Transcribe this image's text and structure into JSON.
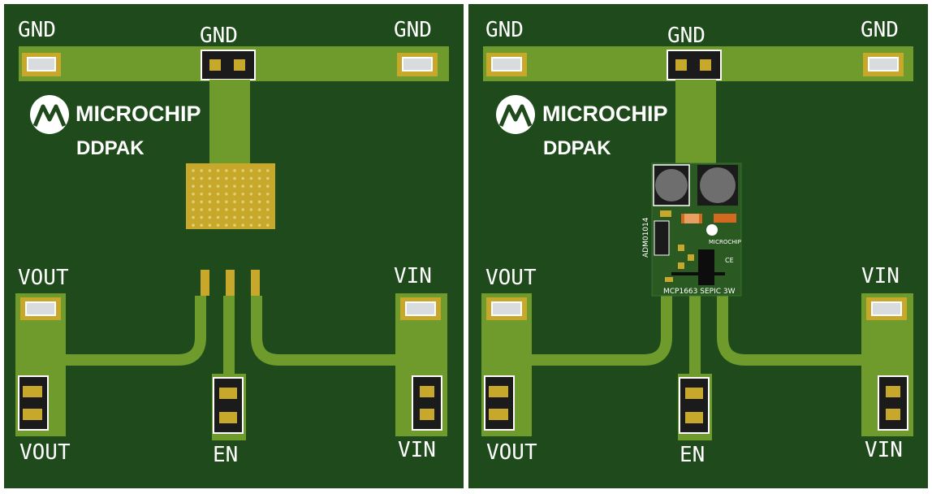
{
  "boards": {
    "left": {
      "gnd_top_left": "GND",
      "gnd_top_center": "GND",
      "gnd_top_right": "GND",
      "brand": "MICROCHIP",
      "package": "DDPAK",
      "vout_top": "VOUT",
      "vin_top": "VIN",
      "vout_bottom": "VOUT",
      "en_bottom": "EN",
      "vin_bottom": "VIN"
    },
    "right": {
      "gnd_top_left": "GND",
      "gnd_top_center": "GND",
      "gnd_top_right": "GND",
      "brand": "MICROCHIP",
      "package": "DDPAK",
      "vout_top": "VOUT",
      "vin_top": "VIN",
      "vout_bottom": "VOUT",
      "en_bottom": "EN",
      "vin_bottom": "VIN",
      "module_side_text": "ADM01014",
      "module_bottom_text": "MCP1663 SEPIC 3W",
      "module_brand": "MICROCHIP"
    }
  },
  "colors": {
    "board": "#1f4a1b",
    "copper": "#6f9a2c",
    "pad_gold": "#c8a82a",
    "header_black": "#1b1b1b",
    "module_pcb": "#2a5a21"
  }
}
